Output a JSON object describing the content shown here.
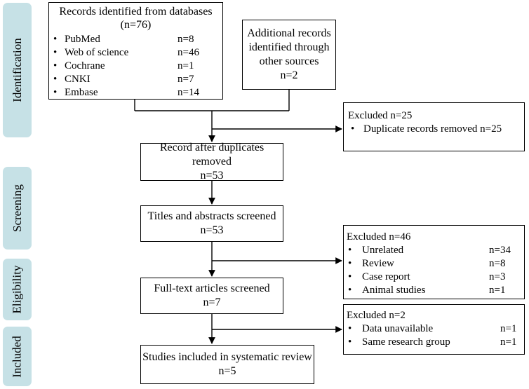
{
  "stages": [
    "Identification",
    "Screening",
    "Eligibility",
    "Included"
  ],
  "databases": {
    "title": "Records identified from databases",
    "total": "(n=76)",
    "items": [
      {
        "label": "PubMed",
        "count": "n=8"
      },
      {
        "label": "Web of science",
        "count": "n=46"
      },
      {
        "label": "Cochrane",
        "count": "n=1"
      },
      {
        "label": "CNKI",
        "count": "n=7"
      },
      {
        "label": "Embase",
        "count": "n=14"
      }
    ]
  },
  "additional": {
    "line1": "Additional records",
    "line2": "identified through",
    "line3": "other sources",
    "count": "n=2"
  },
  "excluded1": {
    "title": "Excluded n=25",
    "items": [
      {
        "label": "Duplicate records removed n=25",
        "count": ""
      }
    ]
  },
  "after_dup": {
    "title": "Record after duplicates removed",
    "count": "n=53"
  },
  "screened": {
    "title": "Titles and abstracts screened",
    "count": "n=53"
  },
  "excluded2": {
    "title": "Excluded n=46",
    "items": [
      {
        "label": "Unrelated",
        "count": "n=34"
      },
      {
        "label": "Review",
        "count": "n=8"
      },
      {
        "label": "Case report",
        "count": "n=3"
      },
      {
        "label": "Animal studies",
        "count": "n=1"
      }
    ]
  },
  "fulltext": {
    "title": "Full-text articles screened",
    "count": "n=7"
  },
  "excluded3": {
    "title": "Excluded n=2",
    "items": [
      {
        "label": "Data unavailable",
        "count": "n=1"
      },
      {
        "label": "Same research group",
        "count": "n=1"
      }
    ]
  },
  "included": {
    "title": "Studies included in systematic review",
    "count": "n=5"
  }
}
